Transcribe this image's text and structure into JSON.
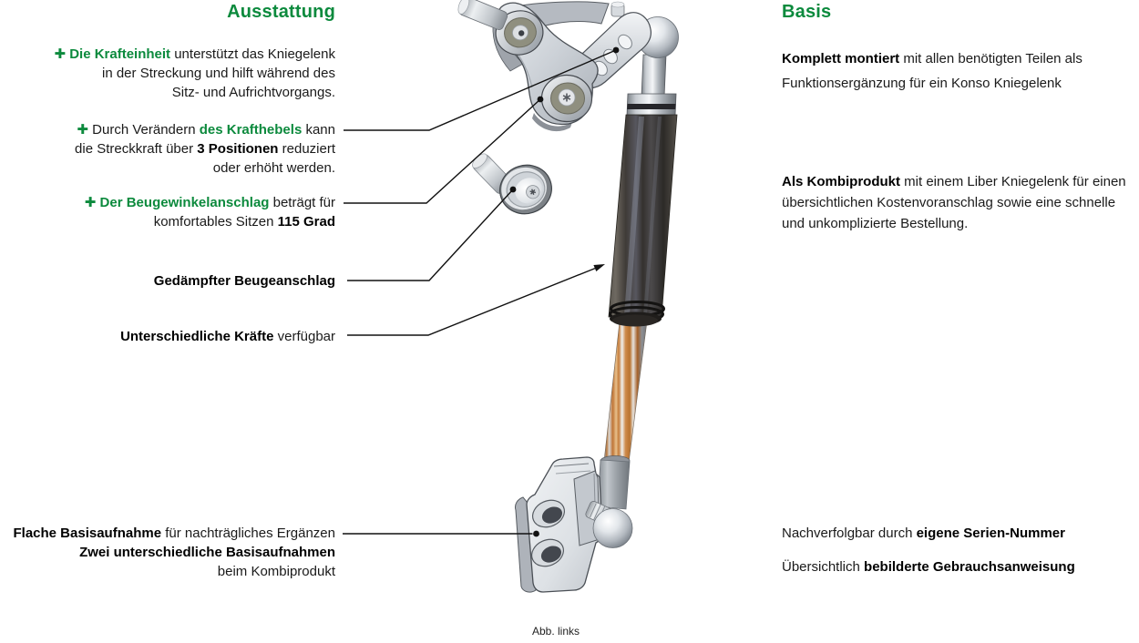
{
  "accent_green": "#0c8a3d",
  "left_column": {
    "heading": "Ausstattung",
    "bullet_krafteinheit": [
      [
        {
          "t": "✚ ",
          "g": 1
        },
        {
          "t": "Die Krafteinheit ",
          "g": 1
        },
        {
          "t": "unterstützt das Kniegelenk"
        }
      ],
      [
        {
          "t": "in der Streckung und hilft während des"
        }
      ],
      [
        {
          "t": "Sitz- und Aufrichtvorgangs."
        }
      ]
    ],
    "bullet_krafthebel": [
      [
        {
          "t": "✚ ",
          "g": 1
        },
        {
          "t": "Durch Verändern "
        },
        {
          "t": "des Krafthebels ",
          "g": 1
        },
        {
          "t": "kann"
        }
      ],
      [
        {
          "t": "die Streckkraft über "
        },
        {
          "t": "3 Positionen ",
          "b": 1
        },
        {
          "t": "reduziert"
        }
      ],
      [
        {
          "t": "oder erhöht werden."
        }
      ]
    ],
    "bullet_beugewinkel": [
      [
        {
          "t": "✚ ",
          "g": 1
        },
        {
          "t": "Der Beugewinkelanschlag ",
          "g": 1
        },
        {
          "t": "beträgt für"
        }
      ],
      [
        {
          "t": "komfortables Sitzen "
        },
        {
          "t": "115 Grad",
          "b": 1
        }
      ]
    ],
    "callout_damped_stop": [
      [
        {
          "t": "Gedämpfter Beugeanschlag",
          "b": 1
        }
      ]
    ],
    "callout_forces": [
      [
        {
          "t": "Unterschiedliche Kräfte ",
          "b": 1
        },
        {
          "t": "verfügbar"
        }
      ]
    ],
    "callout_base_mount": [
      [
        {
          "t": "Flache Basisaufnahme ",
          "b": 1
        },
        {
          "t": "für nachträgliches Ergänzen"
        }
      ],
      [
        {
          "t": "Zwei unterschiedliche Basisaufnahmen",
          "b": 1
        }
      ],
      [
        {
          "t": "beim Kombiprodukt"
        }
      ]
    ]
  },
  "right_column": {
    "heading": "Basis",
    "p_komplett": [
      [
        {
          "t": "Komplett montiert ",
          "b": 1
        },
        {
          "t": "mit allen benötigten Teilen als"
        }
      ],
      [
        {
          "t": "Funktionsergänzung für ein Konso Kniegelenk"
        }
      ]
    ],
    "p_kombiprodukt": [
      [
        {
          "t": "Als Kombiprodukt ",
          "b": 1
        },
        {
          "t": "mit einem Liber Kniegelenk für einen"
        }
      ],
      [
        {
          "t": "übersichtlichen Kostenvoranschlag sowie eine schnelle"
        }
      ],
      [
        {
          "t": "und unkomplizierte Bestellung."
        }
      ]
    ],
    "p_seriennummer": [
      [
        {
          "t": "Nachverfolgbar durch "
        },
        {
          "t": "eigene Serien-Nummer",
          "b": 1
        }
      ]
    ],
    "p_gebrauchsanweisung": [
      [
        {
          "t": "Übersichtlich "
        },
        {
          "t": "bebilderte Gebrauchsanweisung",
          "b": 1
        }
      ]
    ]
  },
  "caption": "Abb. links"
}
